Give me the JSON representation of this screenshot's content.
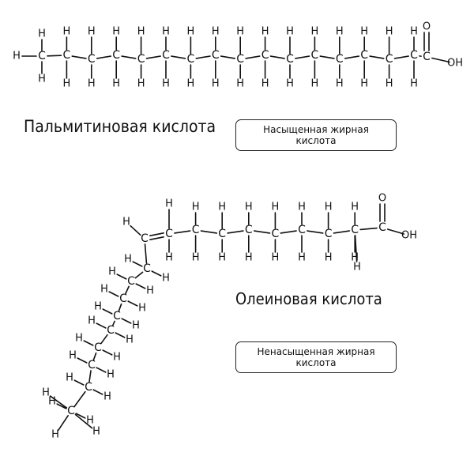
{
  "palmitic": {
    "name": "Пальмитиновая кислота",
    "label_line1": "Насыщенная жирная",
    "label_line2": "кислота"
  },
  "oleic": {
    "name": "Олеиновая кислота",
    "label_line1": "Ненасыщенная жирная",
    "label_line2": "кислота"
  },
  "atoms": {
    "carbon": "C",
    "hydrogen": "H",
    "oxygen": "O",
    "hydroxyl": "OH"
  }
}
